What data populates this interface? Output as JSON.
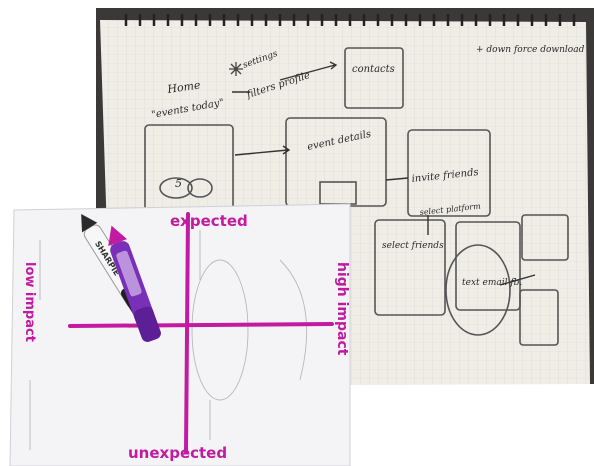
{
  "photo": {
    "notebook": {
      "annotations": [
        {
          "id": "home",
          "text": "Home"
        },
        {
          "id": "events-today",
          "text": "\"events today\""
        },
        {
          "id": "filters-profile",
          "text": "filters profile"
        },
        {
          "id": "settings",
          "text": "settings"
        },
        {
          "id": "contacts",
          "text": "contacts"
        },
        {
          "id": "event-details",
          "text": "event details"
        },
        {
          "id": "invite-friends",
          "text": "invite friends"
        },
        {
          "id": "select-platform",
          "text": "select platform"
        },
        {
          "id": "select-friends",
          "text": "select friends"
        },
        {
          "id": "text-email-fb",
          "text": "text email fb."
        },
        {
          "id": "download",
          "text": "+ down force download"
        },
        {
          "id": "number-5",
          "text": "5"
        }
      ]
    },
    "quadrant_card": {
      "axis_labels": {
        "top": "expected",
        "bottom": "unexpected",
        "left": "low impact",
        "right": "high impact"
      },
      "marker_label": "SHARPIE"
    },
    "colors": {
      "magenta": "#c21aa0",
      "notebook_paper": "#efede6",
      "card_paper": "#f4f4f6",
      "background": "#3b3a38",
      "ink": "#2a2a2a"
    }
  }
}
